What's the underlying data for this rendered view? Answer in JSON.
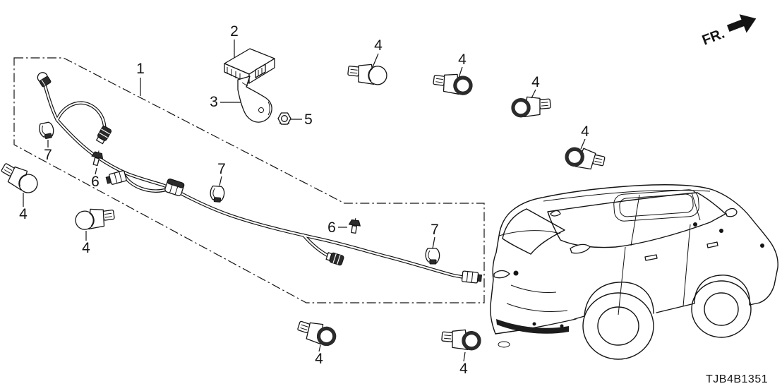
{
  "diagram": {
    "direction_label": "FR.",
    "code": "TJB4B1351",
    "callouts": {
      "harness": "1",
      "control_unit": "2",
      "bracket": "3",
      "sensor": "4",
      "nut": "5",
      "clip_small": "6",
      "clip_band": "7"
    },
    "icons": {
      "direction_arrow": "fr-direction-arrow",
      "vehicle": "suv-rear-three-quarter-outline"
    },
    "colors": {
      "line": "#141414",
      "background": "#ffffff",
      "shade": "#2b2b2b"
    }
  }
}
